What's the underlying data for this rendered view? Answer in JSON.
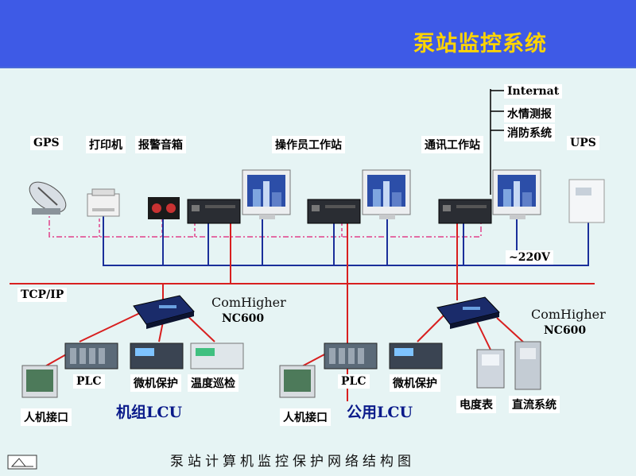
{
  "header": {
    "title": "泵站监控系统"
  },
  "labels": {
    "gps": "GPS",
    "printer": "打印机",
    "alarm": "报警音箱",
    "operator": "操作员工作站",
    "comm": "通讯工作站",
    "ups": "UPS",
    "internet": "Internat",
    "water": "水情测报",
    "fire": "消防系统",
    "power": "~220V",
    "tcpip": "TCP/IP",
    "plc1": "PLC",
    "relay1": "微机保护",
    "temp": "温度巡检",
    "hmi1": "人机接口",
    "plc2": "PLC",
    "relay2": "微机保护",
    "hmi2": "人机接口",
    "meter": "电度表",
    "dc": "直流系统"
  },
  "gateways": [
    {
      "name": "ComHigher",
      "model": "NC600"
    },
    {
      "name": "ComHigher",
      "model": "NC600"
    }
  ],
  "lcu": {
    "unit": "机组LCU",
    "public": "公用LCU"
  },
  "footer": "泵站计算机监控保护网络结构图",
  "colors": {
    "header": "#3e5ae6",
    "title": "#ffd400",
    "ethernet": "#d81f1f",
    "power": "#1a2f9a",
    "background": "#e6f4f4"
  }
}
